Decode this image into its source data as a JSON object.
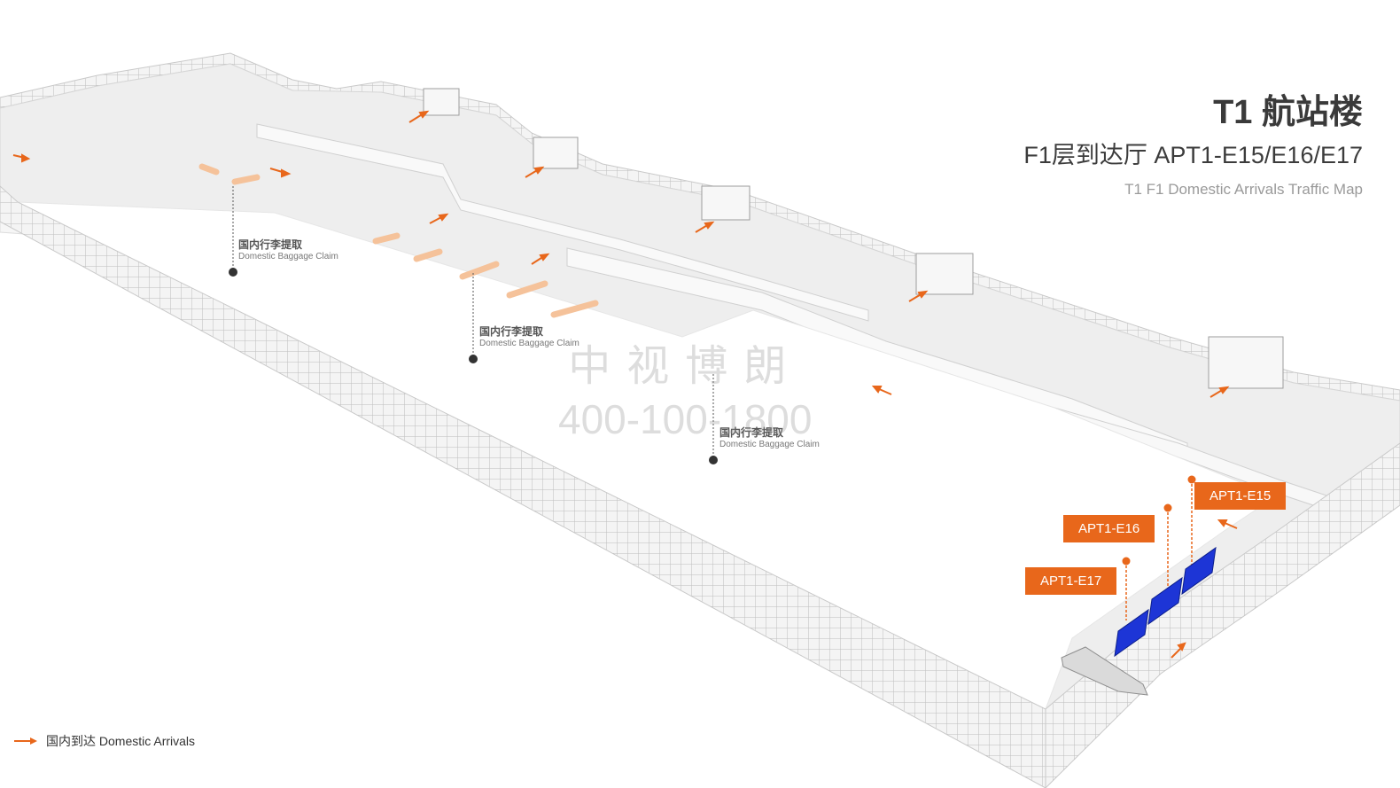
{
  "title": {
    "main": "T1 航站楼",
    "sub": "F1层到达厅 APT1-E15/E16/E17",
    "en": "T1 F1 Domestic Arrivals Traffic Map"
  },
  "claims": [
    {
      "zh": "国内行李提取",
      "en": "Domestic Baggage Claim"
    },
    {
      "zh": "国内行李提取",
      "en": "Domestic Baggage Claim"
    },
    {
      "zh": "国内行李提取",
      "en": "Domestic Baggage Claim"
    }
  ],
  "ad_spots": [
    {
      "label": "APT1-E15"
    },
    {
      "label": "APT1-E16"
    },
    {
      "label": "APT1-E17"
    }
  ],
  "watermark": {
    "name": "中视博朗",
    "phone": "400-100-1800"
  },
  "legend": {
    "label": "国内到达 Domestic Arrivals",
    "icon": "orange-arrow-icon"
  },
  "colors": {
    "accent": "#e8671b",
    "ad_screen": "#1d35d6",
    "floor": "#eeeeee",
    "wall": "#f8f8f8"
  }
}
